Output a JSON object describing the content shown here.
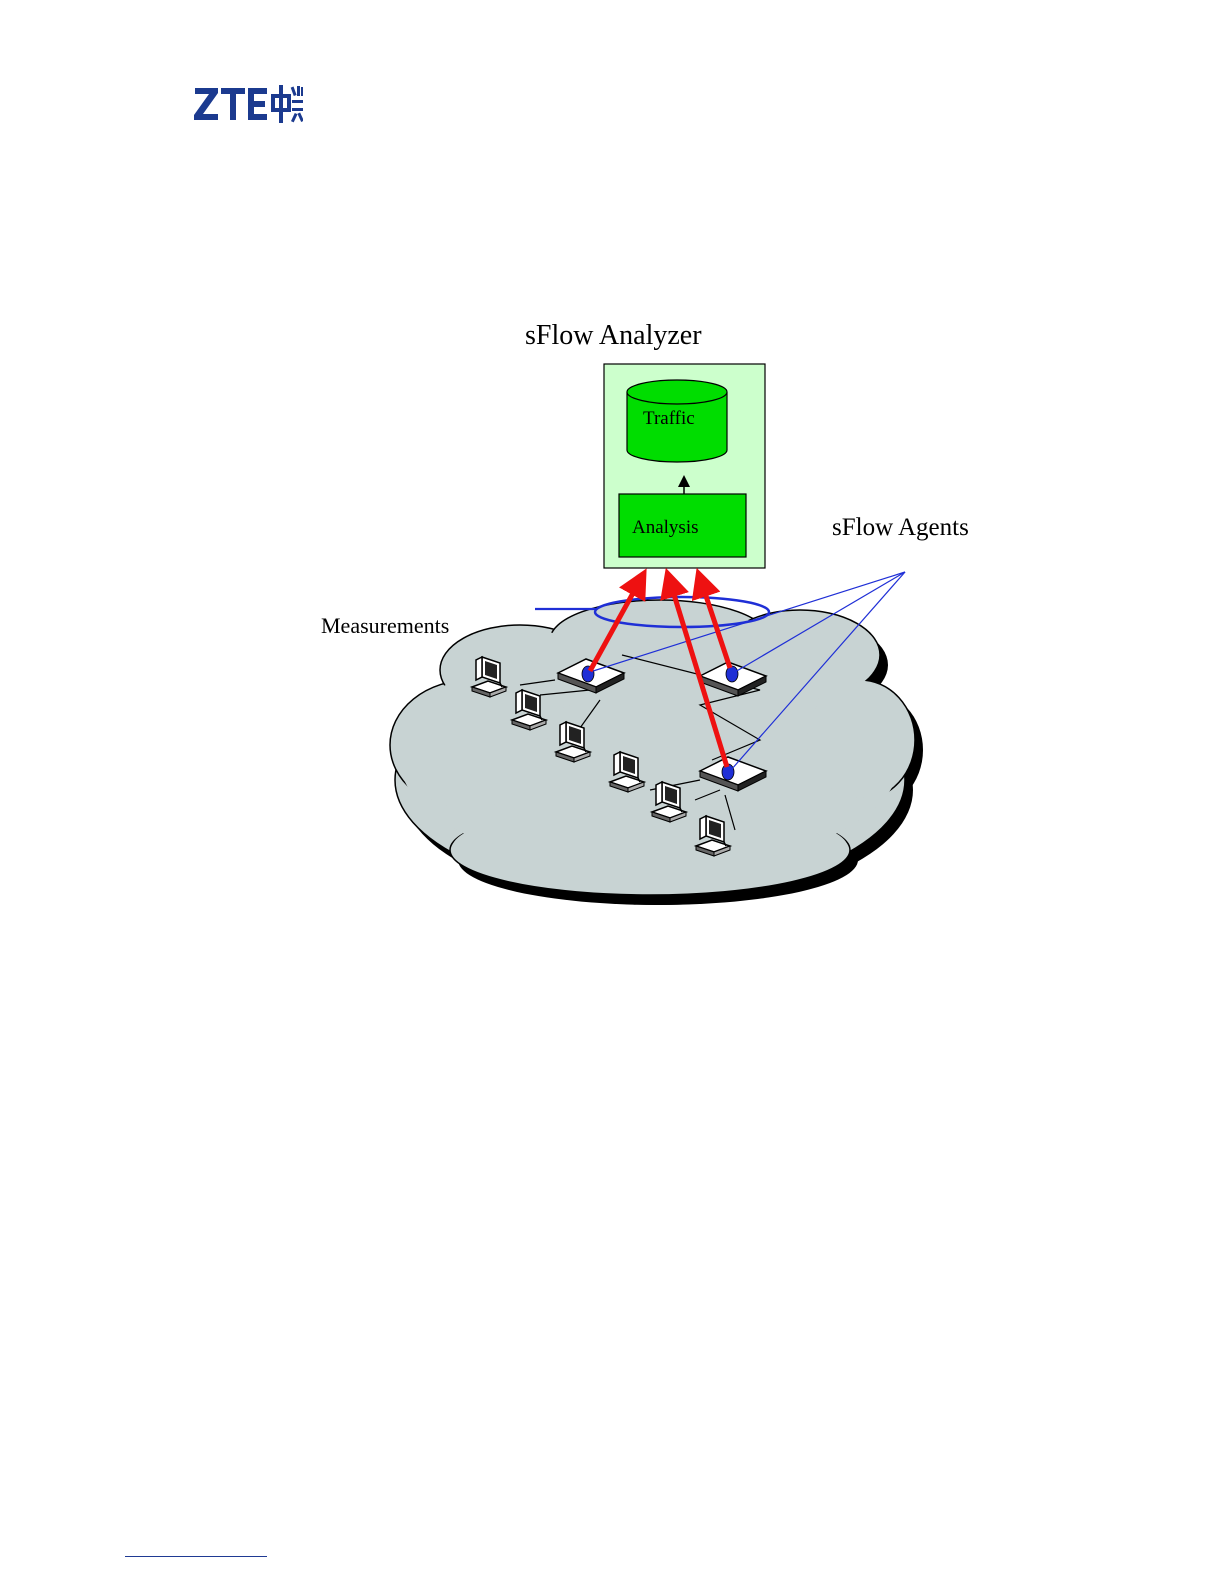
{
  "header": {
    "logo_text": "ZTE中兴",
    "brand_color": "#1b3a8f"
  },
  "diagram": {
    "title": "sFlow Analyzer",
    "database_label": "Traffic",
    "analysis_label": "Analysis",
    "agents_label": "sFlow Agents",
    "measurements_label": "Measurements",
    "colors": {
      "analyzer_background": "#ccffcc",
      "component_fill": "#00dd00",
      "cloud_fill": "#c8d3d3",
      "measurement_arrow": "#ee1111",
      "agent_line": "#1f2fd6"
    }
  }
}
